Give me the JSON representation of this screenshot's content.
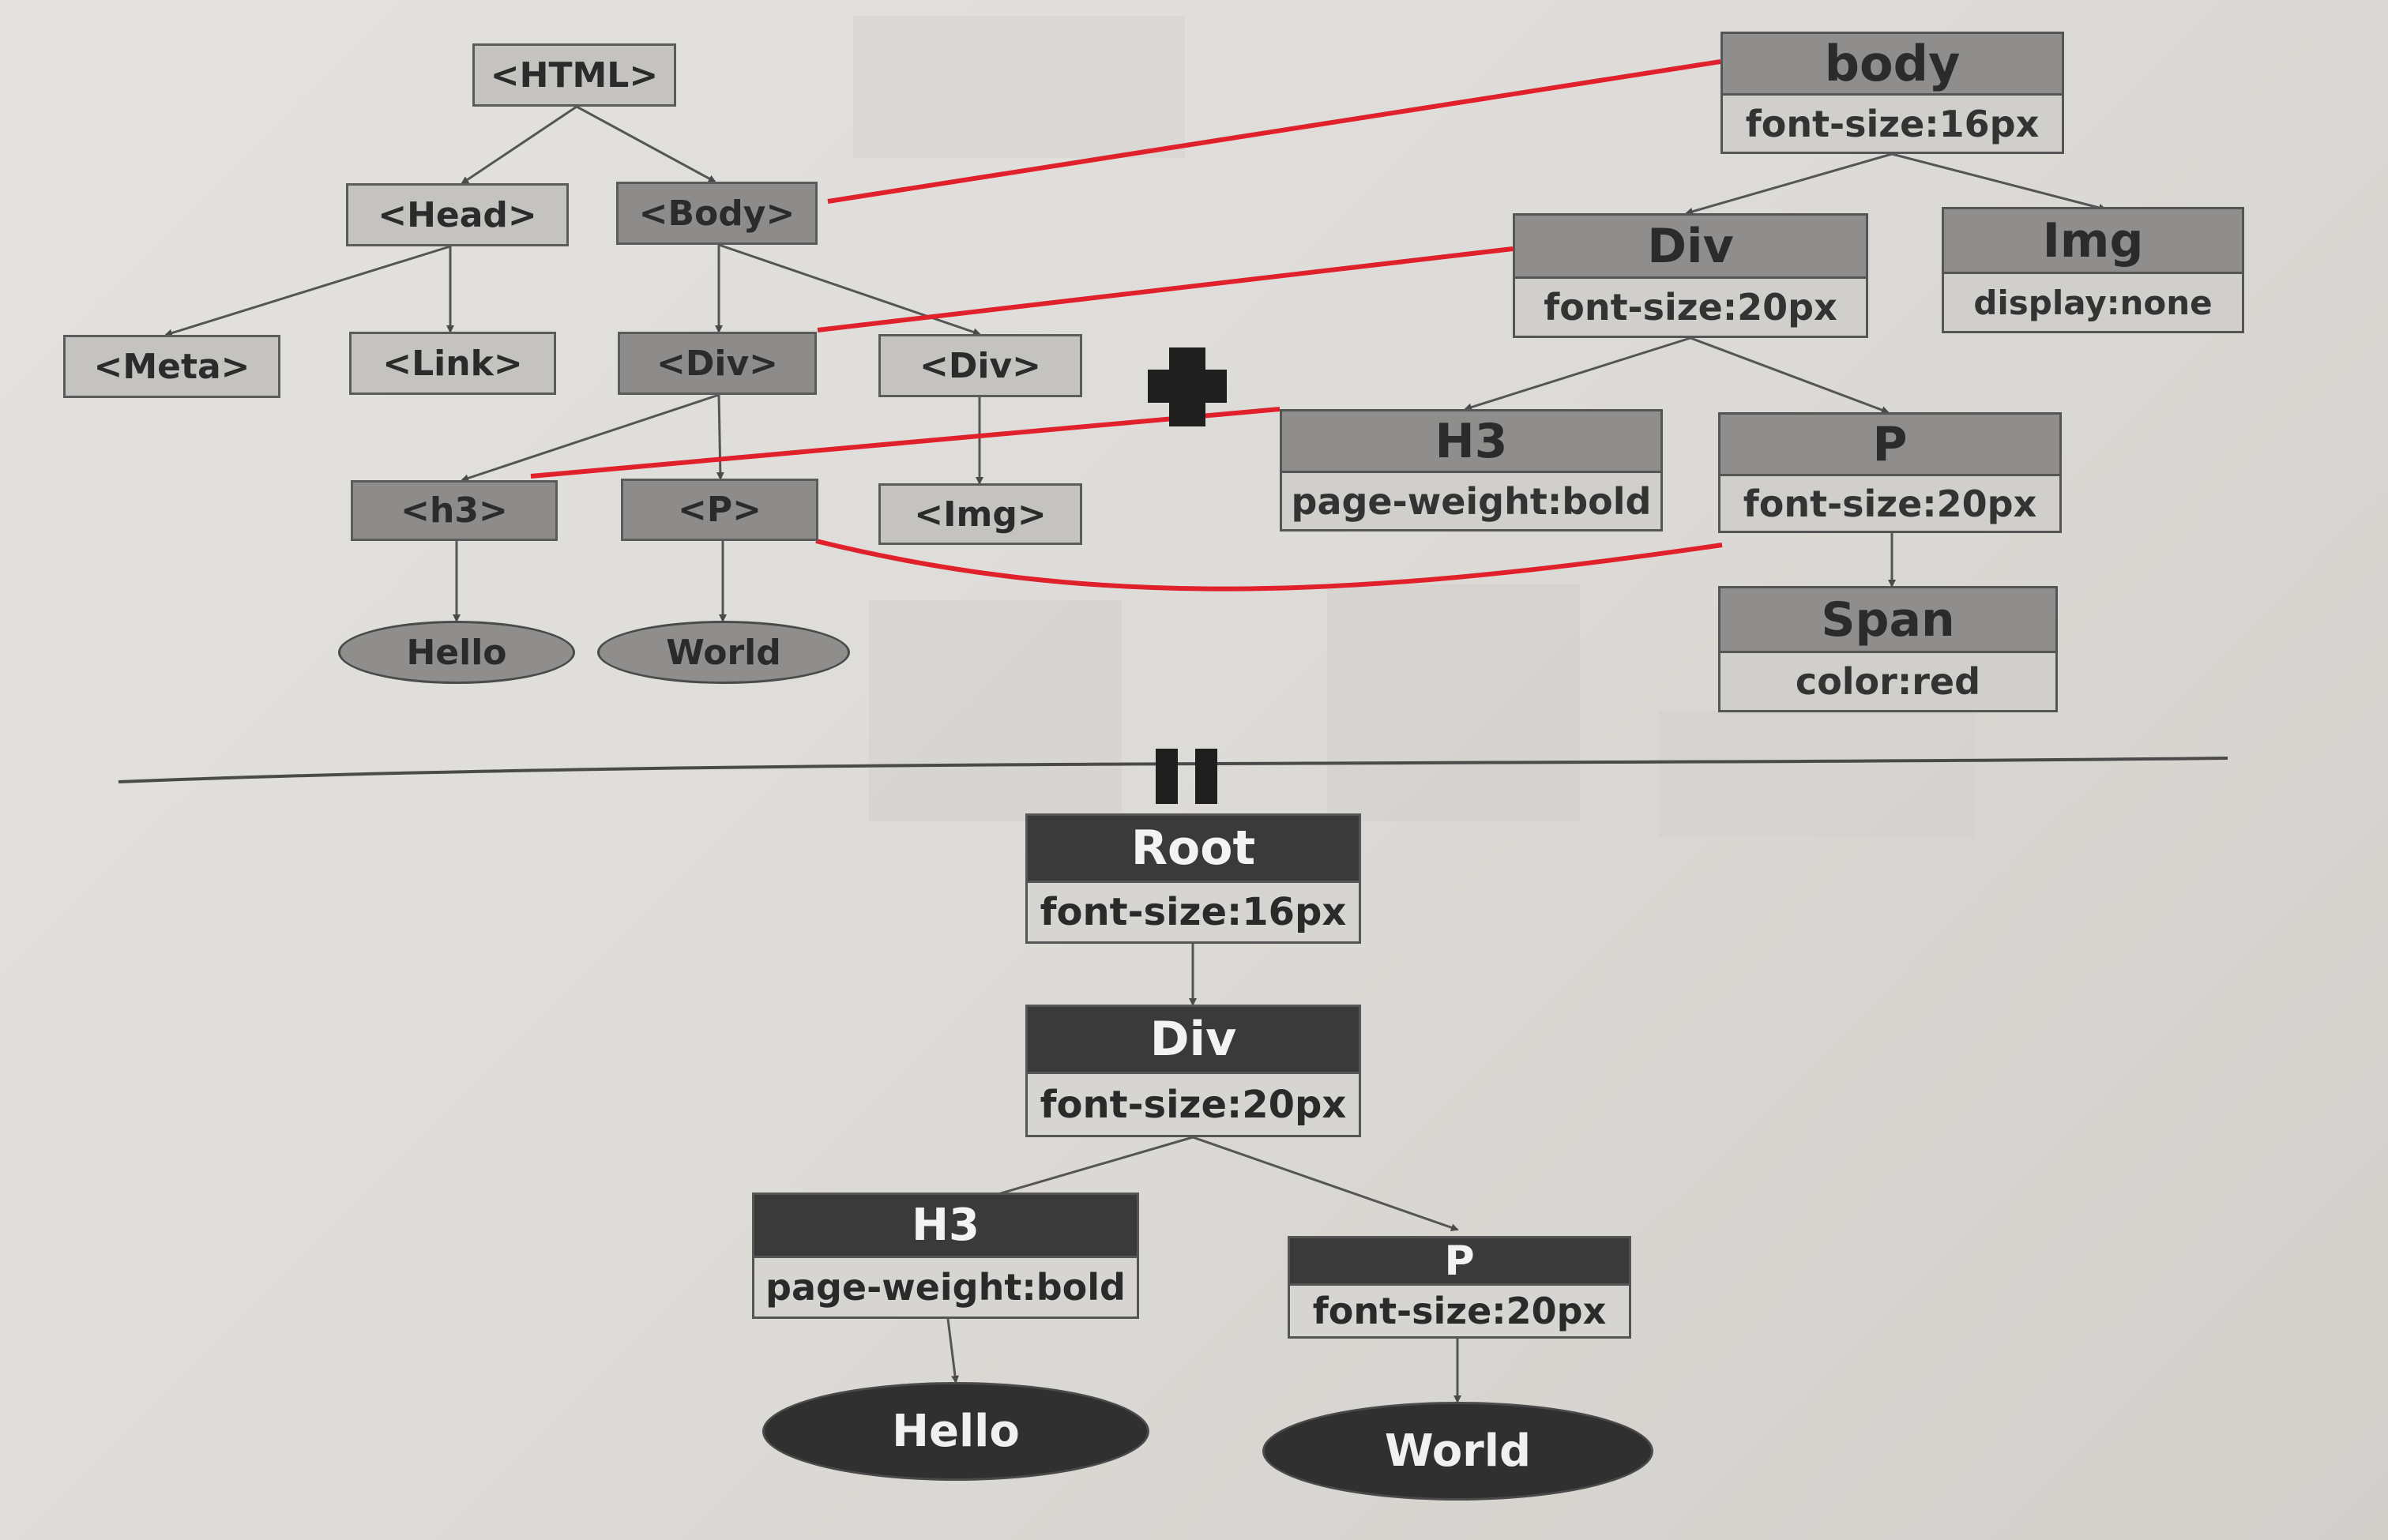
{
  "dom_tree": {
    "html": "<HTML>",
    "head": "<Head>",
    "body": "<Body>",
    "meta": "<Meta>",
    "link": "<Link>",
    "div1": "<Div>",
    "div2": "<Div>",
    "h3": "<h3>",
    "p": "<P>",
    "img": "<Img>",
    "text_hello": "Hello",
    "text_world": "World"
  },
  "cssom_tree": {
    "body": {
      "name": "body",
      "rule": "font-size:16px"
    },
    "div": {
      "name": "Div",
      "rule": "font-size:20px"
    },
    "img": {
      "name": "Img",
      "rule": "display:none"
    },
    "h3": {
      "name": "H3",
      "rule": "page-weight:bold"
    },
    "p": {
      "name": "P",
      "rule": "font-size:20px"
    },
    "span": {
      "name": "Span",
      "rule": "color:red"
    }
  },
  "render_tree": {
    "root": {
      "name": "Root",
      "rule": "font-size:16px"
    },
    "div": {
      "name": "Div",
      "rule": "font-size:20px"
    },
    "h3": {
      "name": "H3",
      "rule": "page-weight:bold"
    },
    "p": {
      "name": "P",
      "rule": "font-size:20px"
    },
    "text_hello": "Hello",
    "text_world": "World"
  },
  "colors": {
    "match_line": "#e0202a",
    "render_header": "#3a3a3a",
    "cssom_header": "#8f8e8c"
  }
}
